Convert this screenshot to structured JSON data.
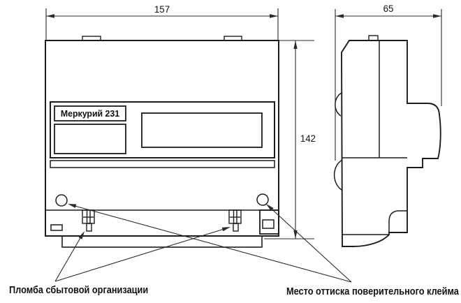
{
  "page": {
    "background": "#ffffff",
    "line_color": "#1c1c1c",
    "thin_line_color": "#2a2a2a"
  },
  "front_view": {
    "device_label": "Меркурий 231",
    "width_dim": "157",
    "height_dim": "142"
  },
  "side_view": {
    "depth_dim": "65"
  },
  "annotations": {
    "seal_label": "Пломба сбытовой организации",
    "stamp_label": "Место оттиска поверительного клейма"
  }
}
